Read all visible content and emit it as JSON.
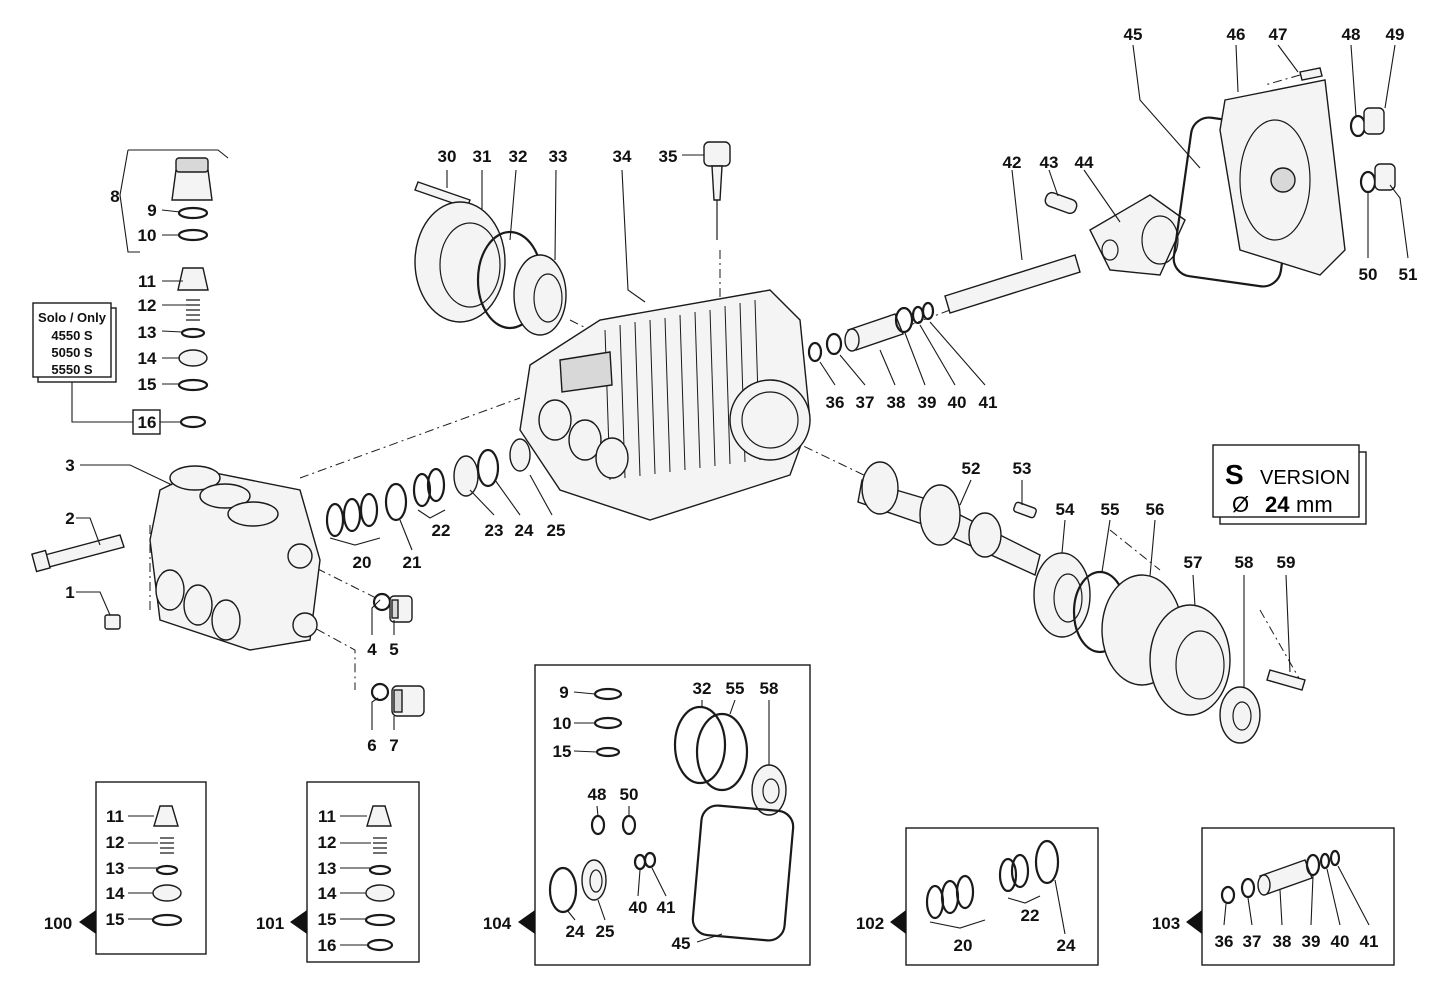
{
  "solo_only": {
    "title": "Solo / Only",
    "models": [
      "4550 S",
      "5050 S",
      "5550 S"
    ]
  },
  "version_box": {
    "line1_letter": "S",
    "line1_word": "VERSION",
    "line2_symbol": "Ø",
    "line2_value": "24",
    "line2_unit": "mm"
  },
  "callouts": {
    "c1": "1",
    "c2": "2",
    "c3": "3",
    "c4": "4",
    "c5": "5",
    "c6": "6",
    "c7": "7",
    "c8": "8",
    "c9": "9",
    "c10": "10",
    "c11": "11",
    "c12": "12",
    "c13": "13",
    "c14": "14",
    "c15": "15",
    "c16": "16",
    "c20": "20",
    "c21": "21",
    "c22": "22",
    "c23": "23",
    "c24": "24",
    "c25": "25",
    "c30": "30",
    "c31": "31",
    "c32": "32",
    "c33": "33",
    "c34": "34",
    "c35": "35",
    "c36": "36",
    "c37": "37",
    "c38": "38",
    "c39": "39",
    "c40": "40",
    "c41": "41",
    "c42": "42",
    "c43": "43",
    "c44": "44",
    "c45": "45",
    "c46": "46",
    "c47": "47",
    "c48": "48",
    "c49": "49",
    "c50": "50",
    "c51": "51",
    "c52": "52",
    "c53": "53",
    "c54": "54",
    "c55": "55",
    "c56": "56",
    "c57": "57",
    "c58": "58",
    "c59": "59"
  },
  "kits": {
    "k100": {
      "id": "100",
      "items": [
        "11",
        "12",
        "13",
        "14",
        "15"
      ]
    },
    "k101": {
      "id": "101",
      "items": [
        "11",
        "12",
        "13",
        "14",
        "15",
        "16"
      ]
    },
    "k104": {
      "id": "104",
      "items": {
        "i9": "9",
        "i10": "10",
        "i15": "15",
        "i32": "32",
        "i55": "55",
        "i58": "58",
        "i48": "48",
        "i50": "50",
        "i24": "24",
        "i25": "25",
        "i40": "40",
        "i41": "41",
        "i45": "45"
      }
    },
    "k102": {
      "id": "102",
      "items": {
        "i20": "20",
        "i22": "22",
        "i24": "24"
      }
    },
    "k103": {
      "id": "103",
      "items": [
        "36",
        "37",
        "38",
        "39",
        "40",
        "41"
      ]
    }
  }
}
